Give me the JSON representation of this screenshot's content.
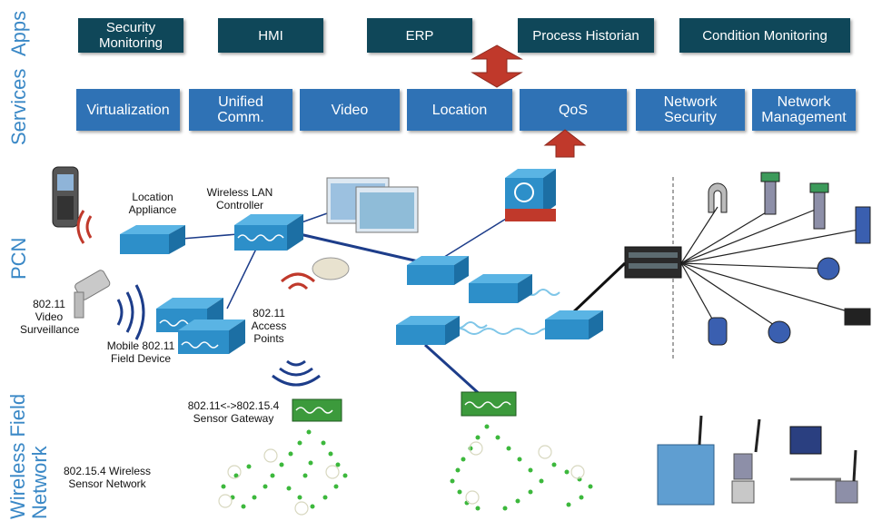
{
  "layers": {
    "apps": "Apps",
    "services": "Services",
    "pcn": "PCN",
    "wireless_field_network": "Wireless Field Network"
  },
  "apps": [
    "Security Monitoring",
    "HMI",
    "ERP",
    "Process Historian",
    "Condition Monitoring"
  ],
  "services": [
    "Virtualization",
    "Unified Comm.",
    "Video",
    "Location",
    "QoS",
    "Network Security",
    "Network Management"
  ],
  "labels": {
    "location_appliance": "Location Appliance",
    "wireless_lan_controller": "Wireless LAN Controller",
    "video_surveillance": "802.11 Video Surveillance",
    "mobile_field_device": "Mobile 802.11 Field Device",
    "access_points": "802.11 Access Points",
    "sensor_gateway": "802.11<->802.15.4 Sensor Gateway",
    "wireless_sensor_network": "802.15.4 Wireless Sensor Network"
  },
  "colors": {
    "layer_label": "#3a88c6",
    "app_box": "#0f4759",
    "service_box": "#2f72b5",
    "arrow": "#c0392b",
    "device": "#2d8fc9",
    "gateway": "#3c9a3c"
  }
}
